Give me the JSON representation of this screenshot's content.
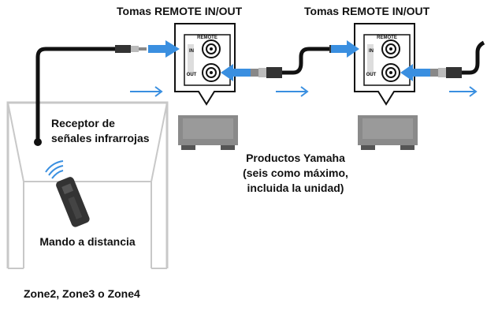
{
  "labels": {
    "jack_label_1": "Tomas REMOTE IN/OUT",
    "jack_label_2": "Tomas REMOTE IN/OUT",
    "panel_title": "REMOTE",
    "panel_in": "IN",
    "panel_out": "OUT",
    "ir_receiver_line1": "Receptor de",
    "ir_receiver_line2": "señales infrarrojas",
    "products_line1": "Productos Yamaha",
    "products_line2": "(seis como máximo,",
    "products_line3": "incluida la unidad)",
    "remote": "Mando a distancia",
    "zone": "Zone2, Zone3 o Zone4"
  },
  "colors": {
    "arrow_blue": "#3a8fe0",
    "device_gray": "#8a8a8a",
    "room_border": "#c8c8c8",
    "cable": "#111111"
  },
  "icons": [
    "ir-signal-icon",
    "remote-control-icon",
    "rca-jack-icon",
    "device-box-icon",
    "signal-arrow-icon"
  ]
}
